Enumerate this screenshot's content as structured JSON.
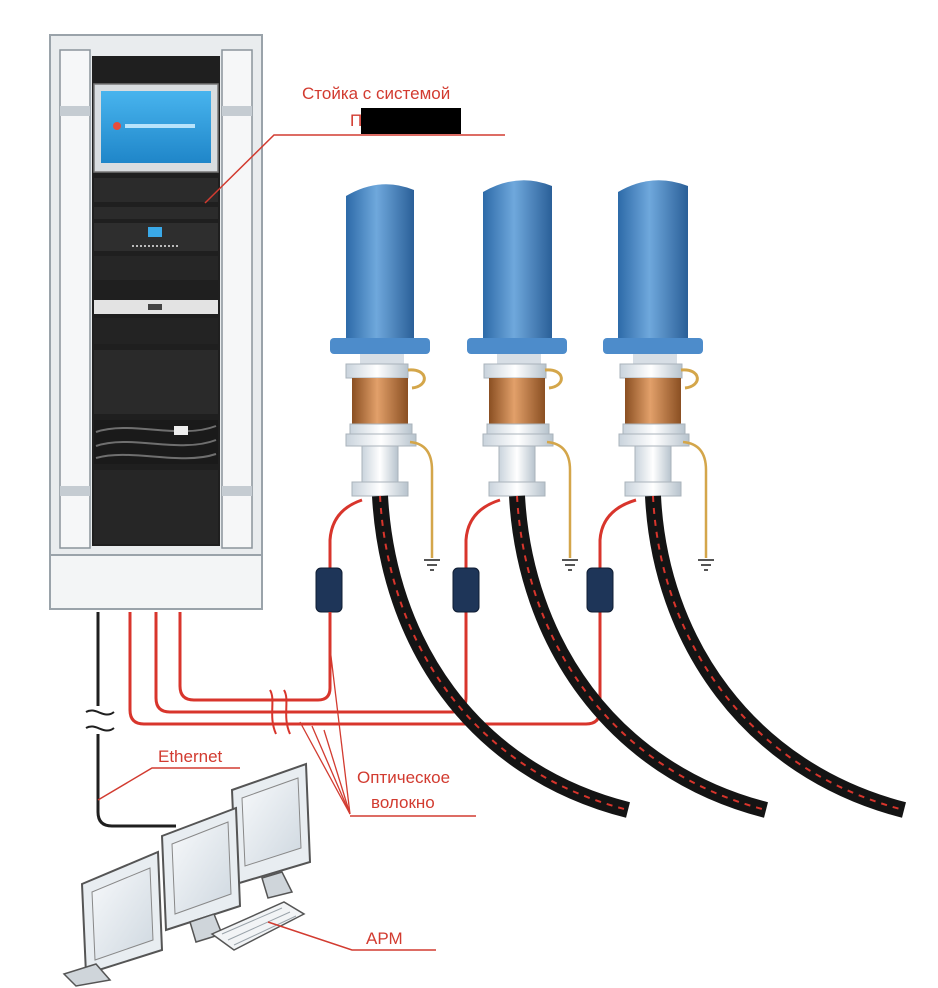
{
  "labels": {
    "rack_line1": "Стойка с системой",
    "rack_line2": "П",
    "ethernet": "Ethernet",
    "fiber_line1": "Оптическое",
    "fiber_line2": "волокно",
    "arm": "АРМ"
  },
  "colors": {
    "fiber": "#d8352c",
    "label_text": "#d23b30",
    "rack_body": "#1f1f1f",
    "rack_frame": "#e9ecee",
    "screen": "#2f9fe0",
    "bushing_blue": "#3f7fc0",
    "coil_copper": "#c0793c",
    "cable": "#141414",
    "ground_wire": "#d4a64a"
  },
  "icons": [
    "server-rack",
    "high-voltage-bushing",
    "sensor-coil",
    "optical-converter",
    "ground-symbol",
    "monitor",
    "keyboard"
  ]
}
